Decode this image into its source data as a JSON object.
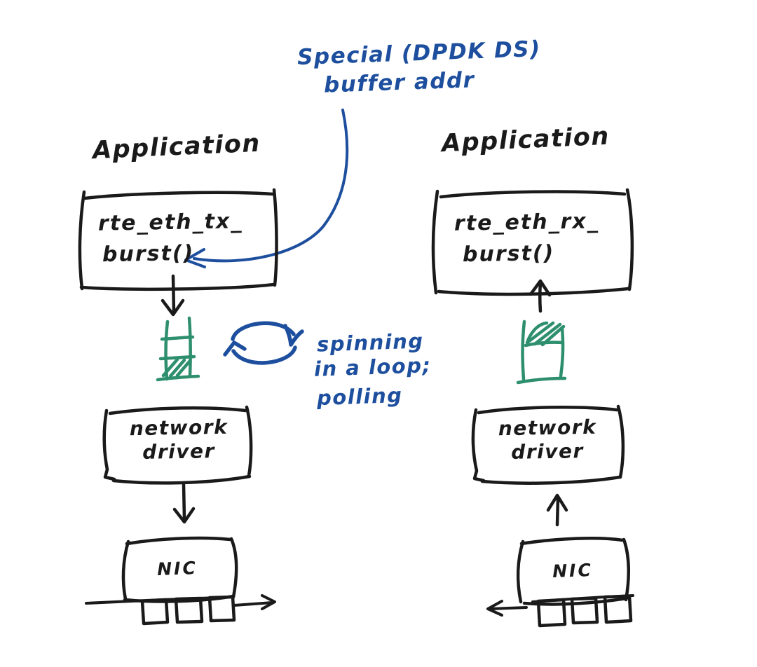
{
  "title_note": {
    "line1": "Special (DPDK DS)",
    "line2": "buffer addr",
    "color": "#1d4f9e"
  },
  "loop_note": {
    "line1": "spinning",
    "line2": "in a loop;",
    "line3": "polling",
    "color": "#1d4f9e"
  },
  "columns": {
    "tx": {
      "app_label": "Application",
      "api_call_line1": "rte_eth_tx_",
      "api_call_line2": "burst()",
      "driver_line1": "network",
      "driver_line2": "driver",
      "nic_label": "NIC",
      "packet_direction": "right"
    },
    "rx": {
      "app_label": "Application",
      "api_call_line1": "rte_eth_rx_",
      "api_call_line2": "burst()",
      "driver_line1": "network",
      "driver_line2": "driver",
      "nic_label": "NIC",
      "packet_direction": "left"
    }
  },
  "icons": {
    "refresh": "refresh-loop-icon",
    "tx_queue": "tx-ring-buffer-icon",
    "rx_queue": "rx-ring-buffer-icon",
    "packets": "packet-squares"
  },
  "colors": {
    "ink": "#1a1a1a",
    "annotation_blue": "#1d4f9e",
    "queue_green": "#2e8f6f",
    "background": "#ffffff"
  }
}
